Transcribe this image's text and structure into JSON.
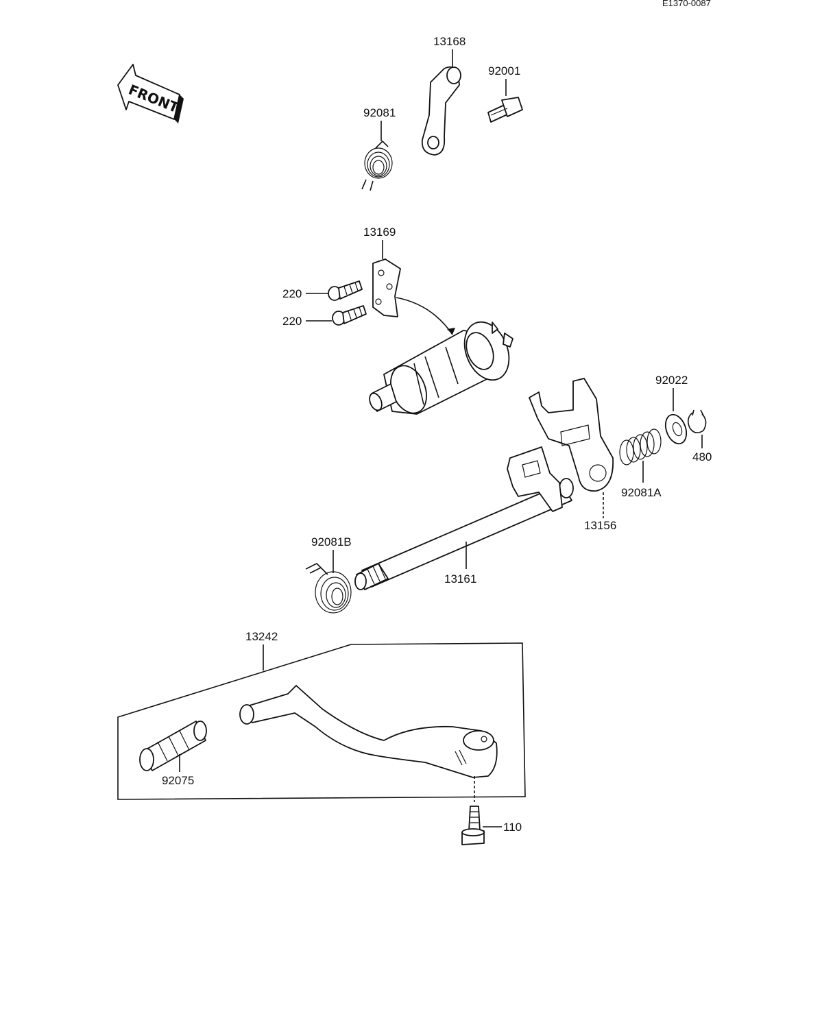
{
  "diagram": {
    "code": "E1370-0087",
    "front_label": "FRONT",
    "labels": {
      "p13168": "13168",
      "p92001": "92001",
      "p92081": "92081",
      "p13169": "13169",
      "p220a": "220",
      "p220b": "220",
      "p92022": "92022",
      "p480": "480",
      "p92081A": "92081A",
      "p13156": "13156",
      "p92081B": "92081B",
      "p13161": "13161",
      "p13242": "13242",
      "p92075": "92075",
      "p110": "110"
    }
  }
}
